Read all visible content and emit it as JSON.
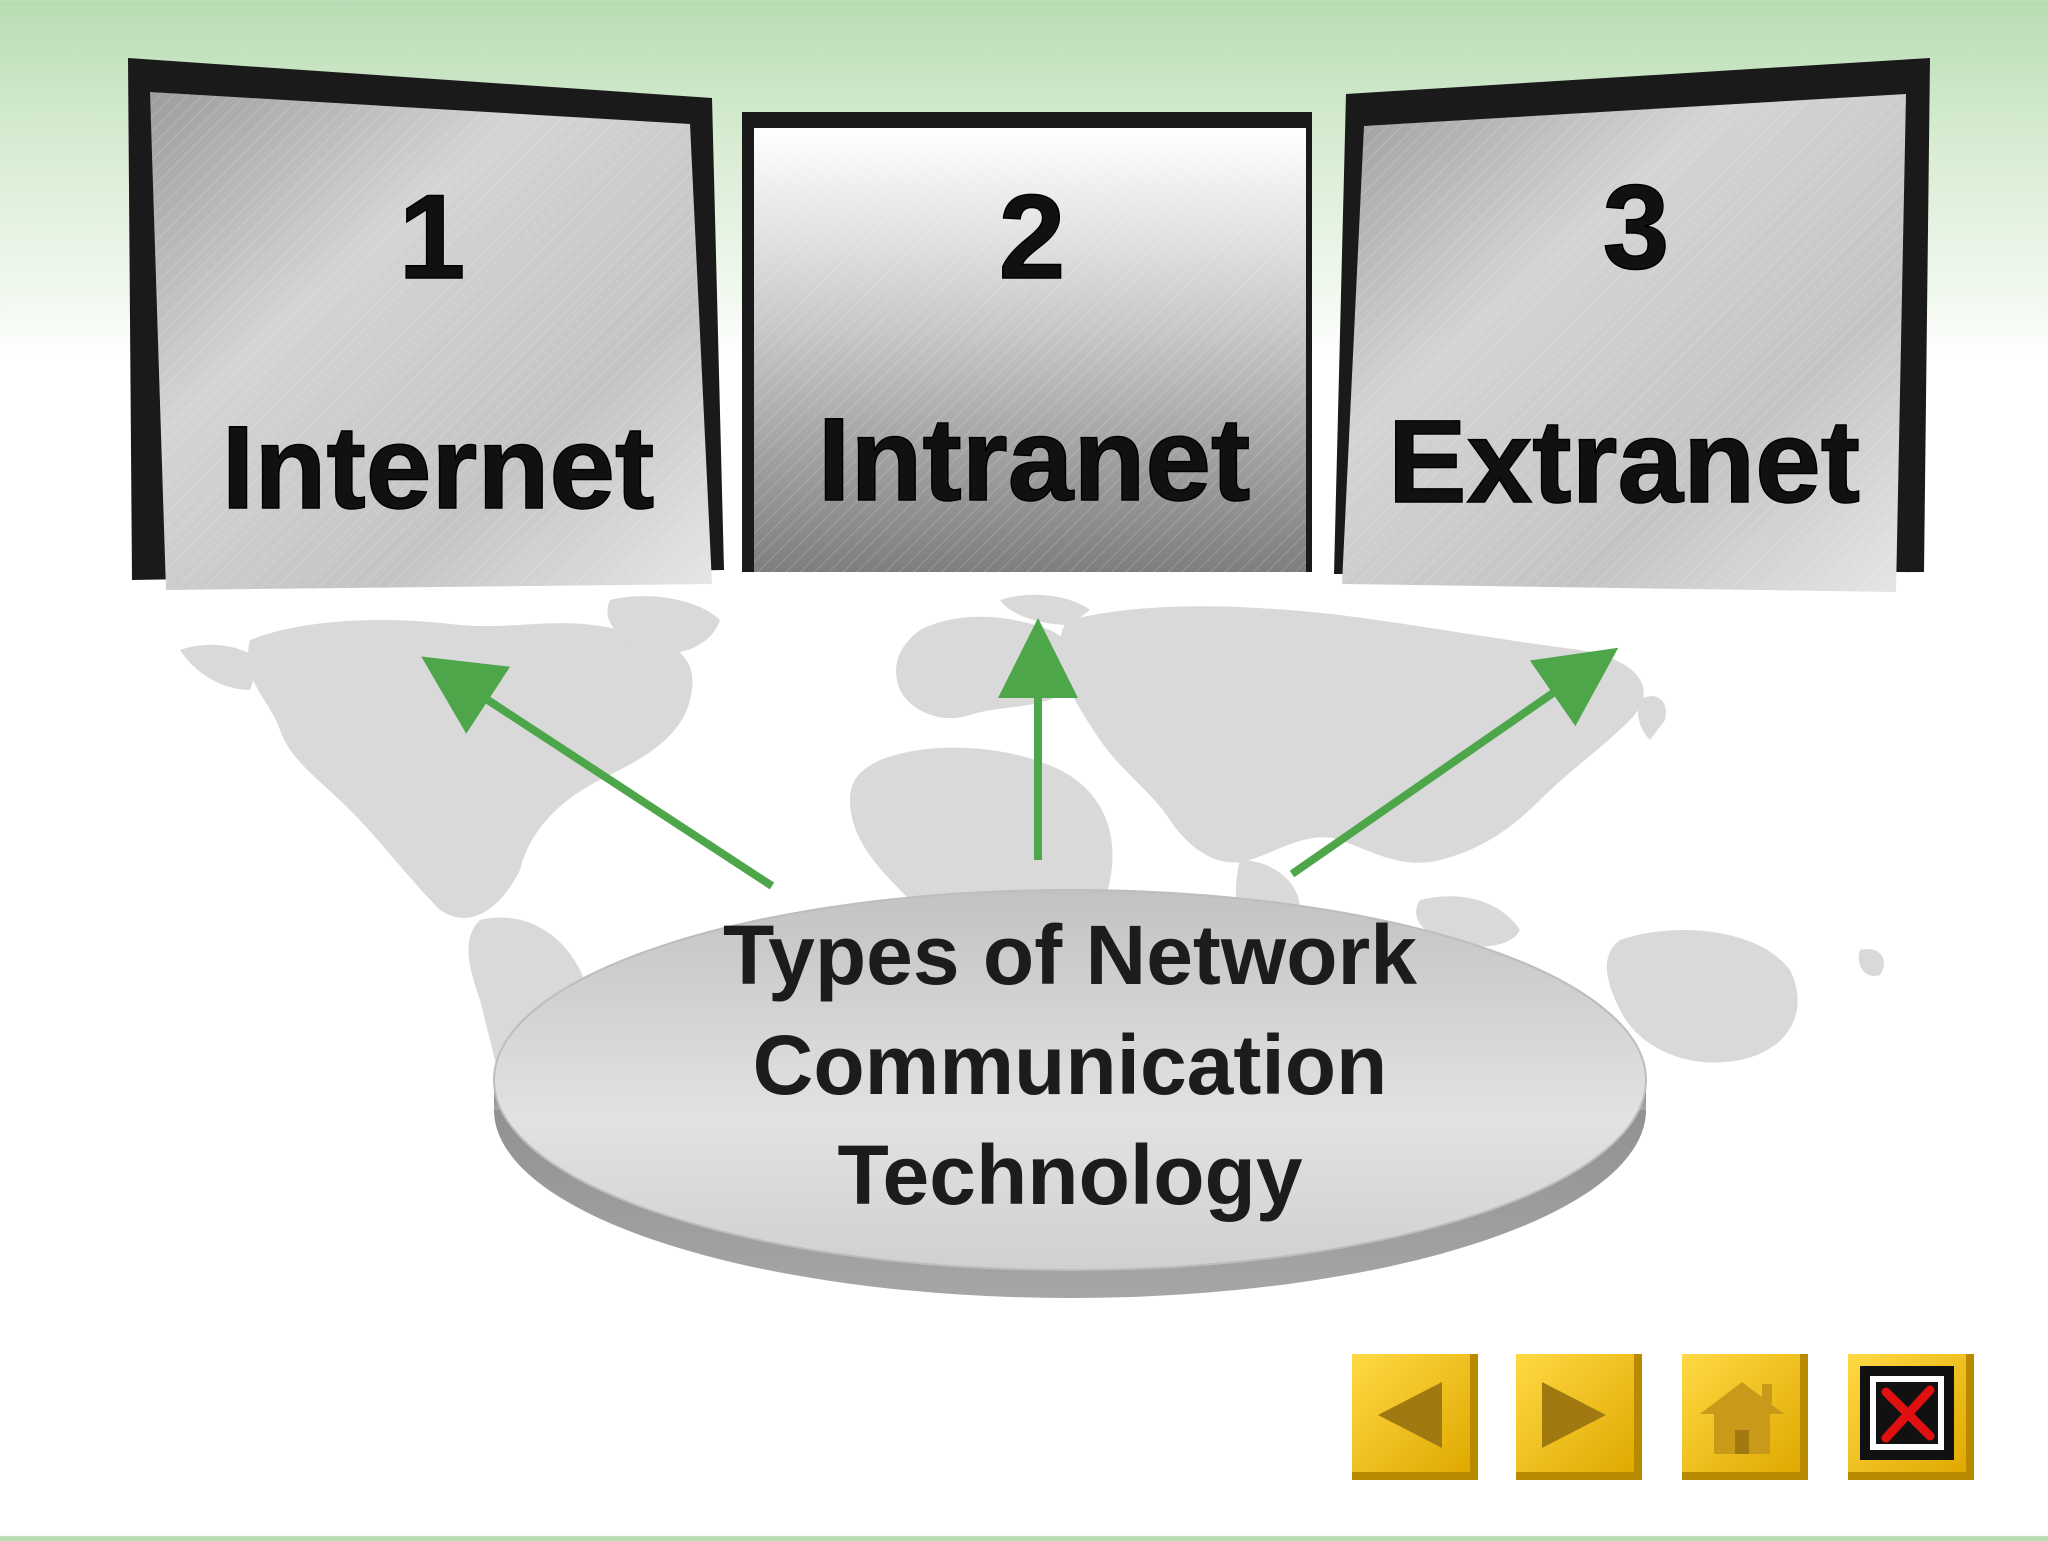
{
  "panels": [
    {
      "number": "1",
      "label": "Internet"
    },
    {
      "number": "2",
      "label": "Intranet"
    },
    {
      "number": "3",
      "label": "Extranet"
    }
  ],
  "hub": {
    "lines": [
      "Types of Network",
      "Communication",
      "Technology"
    ]
  },
  "nav": [
    {
      "icon": "previous-arrow-icon"
    },
    {
      "icon": "next-arrow-icon"
    },
    {
      "icon": "home-icon"
    },
    {
      "icon": "close-x-icon"
    }
  ],
  "colors": {
    "arrow": "#4ea64a",
    "nav_button": "#f0c419",
    "background_top": "#b9dcb4"
  }
}
